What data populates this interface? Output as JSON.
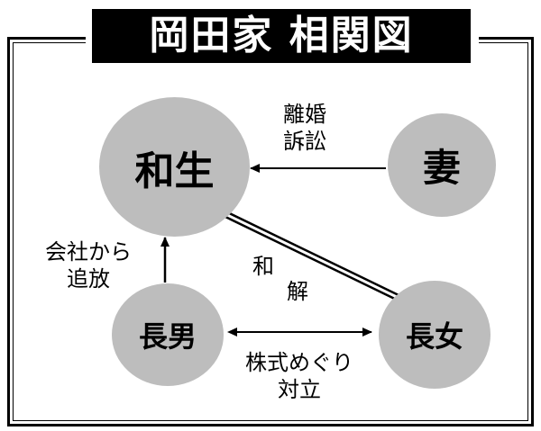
{
  "title": "岡田家 相関図",
  "nodes": {
    "kazuo": "和生",
    "wife": "妻",
    "eldest_son": "長男",
    "eldest_daughter": "長女"
  },
  "relations": {
    "divorce_line1": "離婚",
    "divorce_line2": "訴訟",
    "expelled_line1": "会社から",
    "expelled_line2": "追放",
    "reconcile_line1": "和",
    "reconcile_line2": "解",
    "conflict_line1": "株式めぐり",
    "conflict_line2": "対立"
  },
  "colors": {
    "node_fill": "#bdbdbd",
    "title_bg": "#000000",
    "title_text": "#ffffff"
  }
}
